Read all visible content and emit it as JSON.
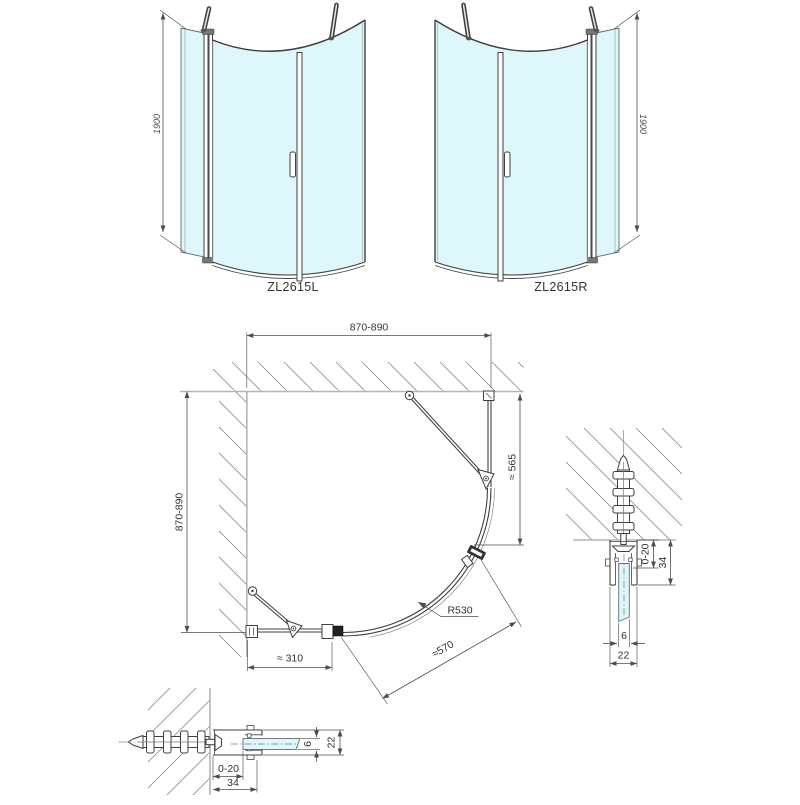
{
  "front_views": {
    "left": {
      "label": "ZL2615L",
      "height_dim": "1900"
    },
    "right": {
      "label": "ZL2615R",
      "height_dim": "1900"
    }
  },
  "plan_view": {
    "top_width_dim": "870-890",
    "left_depth_dim": "870-890",
    "right_side_dim": "≈ 565",
    "wall_panel_dim": "≈ 310",
    "radius_dim": "R530",
    "door_chord_dim": "≈570"
  },
  "section_detail_right": {
    "gap_range_dim": "0-20",
    "profile_depth_dim": "34",
    "glass_thickness_dim": "6",
    "profile_width_dim": "22"
  },
  "section_detail_bottom": {
    "glass_thickness_dim": "6",
    "profile_width_dim": "22",
    "gap_range_dim": "0-20",
    "profile_depth_dim": "34"
  },
  "colors": {
    "glass": "#ddf7fb",
    "line": "#3f3f3f",
    "wall": "#b5b5b5",
    "hatch": "#8f8f8f",
    "dim": "#4d4d4d",
    "text": "#333333"
  }
}
